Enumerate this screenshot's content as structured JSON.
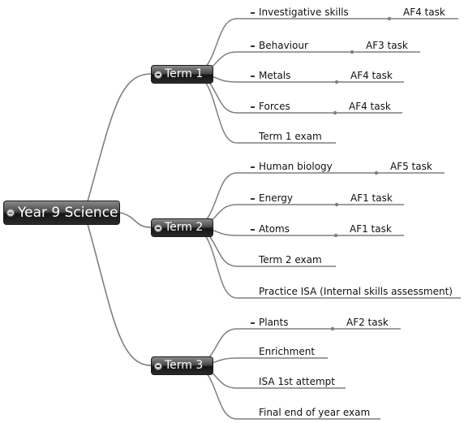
{
  "root": {
    "label": "Year 9 Science"
  },
  "terms": [
    {
      "label": "Term 1",
      "items": [
        {
          "label": "Investigative skills",
          "task": "AF4 task",
          "collapsed": true
        },
        {
          "label": "Behaviour",
          "task": "AF3 task",
          "collapsed": true
        },
        {
          "label": "Metals",
          "task": "AF4 task",
          "collapsed": true
        },
        {
          "label": "Forces",
          "task": "AF4 task",
          "collapsed": true
        },
        {
          "label": "Term 1 exam",
          "task": "",
          "collapsed": false
        }
      ]
    },
    {
      "label": "Term 2",
      "items": [
        {
          "label": "Human biology",
          "task": "AF5 task",
          "collapsed": true
        },
        {
          "label": "Energy",
          "task": "AF1 task",
          "collapsed": true
        },
        {
          "label": "Atoms",
          "task": "AF1 task",
          "collapsed": true
        },
        {
          "label": "Term 2 exam",
          "task": "",
          "collapsed": false
        },
        {
          "label": "Practice ISA  (Internal skills assessment)",
          "task": "",
          "collapsed": false
        }
      ]
    },
    {
      "label": "Term 3",
      "items": [
        {
          "label": "Plants",
          "task": "AF2 task",
          "collapsed": true
        },
        {
          "label": "Enrichment",
          "task": "",
          "collapsed": false
        },
        {
          "label": "ISA 1st attempt",
          "task": "",
          "collapsed": false
        },
        {
          "label": "Final end of year exam",
          "task": "",
          "collapsed": false
        }
      ]
    }
  ],
  "colors": {
    "connector": "#7f7f7f",
    "node_dark": "#1e1e1e",
    "text": "#111111"
  }
}
